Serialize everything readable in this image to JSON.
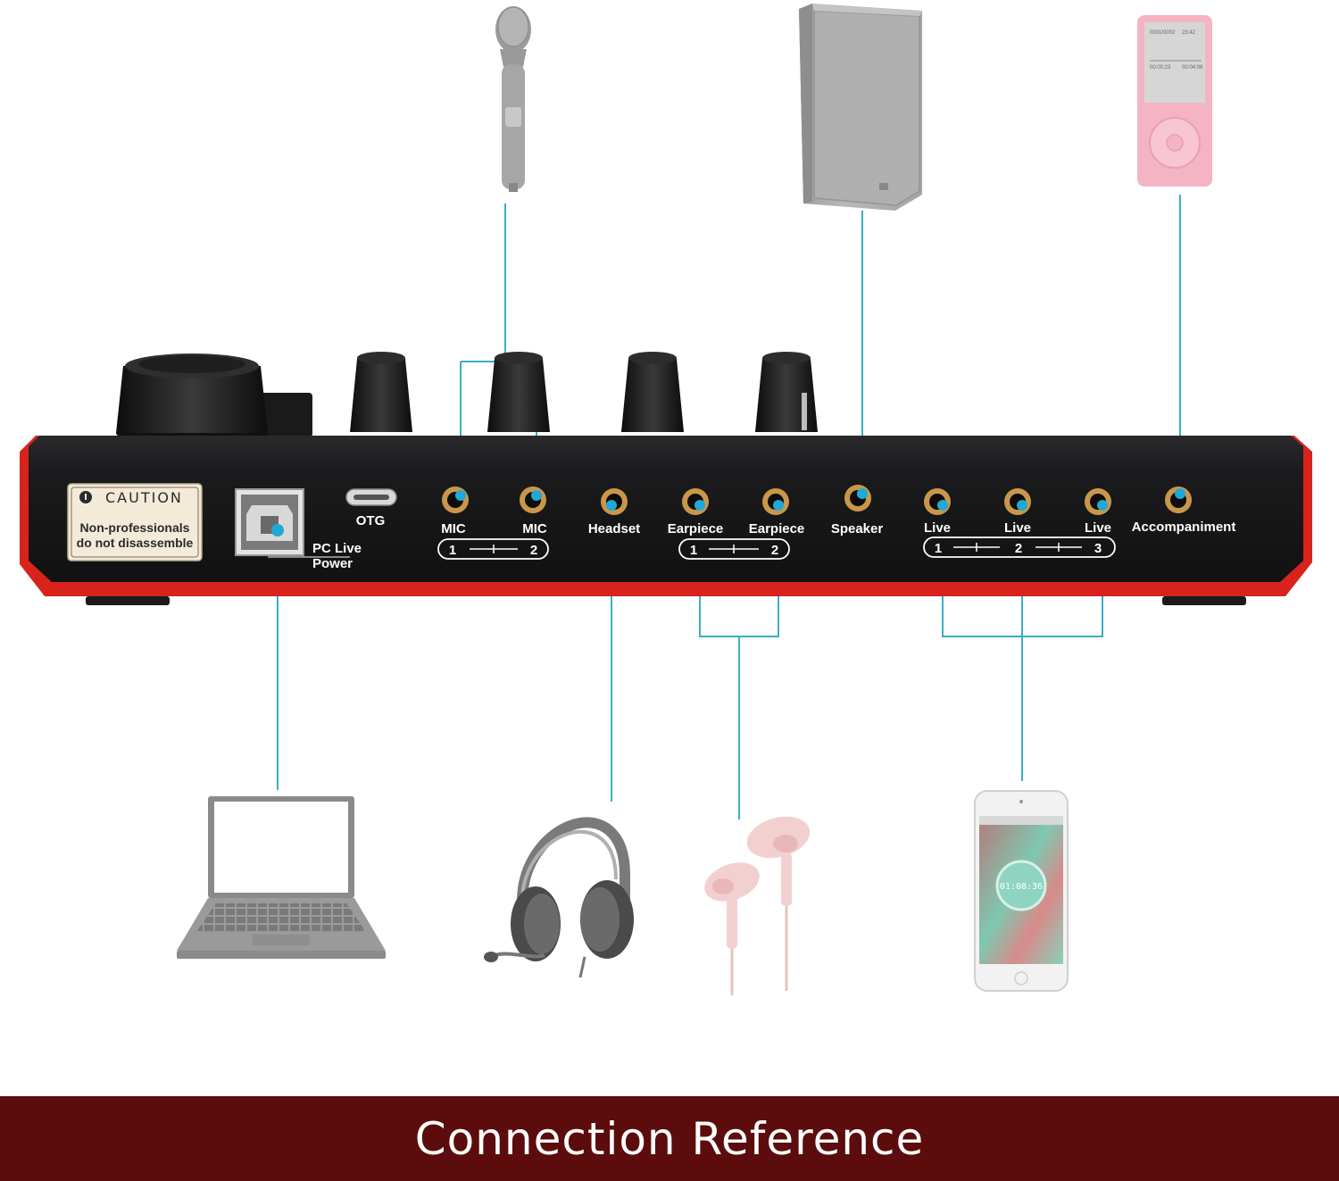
{
  "caution": {
    "title": "CAUTION",
    "line1": "Non-professionals",
    "line2": "do not disassemble"
  },
  "ports": {
    "otg": "OTG",
    "pc_live_line1": "PC Live",
    "pc_live_line2": "Power",
    "mic1": "MIC",
    "mic2": "MIC",
    "headset": "Headset",
    "earpiece1": "Earpiece",
    "earpiece2": "Earpiece",
    "speaker": "Speaker",
    "live1": "Live",
    "live2": "Live",
    "live3": "Live",
    "accompaniment": "Accompaniment"
  },
  "groups": {
    "mic_n1": "1",
    "mic_n2": "2",
    "ear_n1": "1",
    "ear_n2": "2",
    "live_n1": "1",
    "live_n2": "2",
    "live_n3": "3"
  },
  "phone": {
    "time": "01:08:36"
  },
  "player": {
    "track": "0001/0002",
    "clock": "23:42",
    "elapsed": "00:00:23",
    "total": "00:04:08"
  },
  "banner": {
    "title": "Connection Reference"
  },
  "colors": {
    "banner_bg": "#5c0c0c",
    "connector_line": "#3aaec8",
    "jack_dot": "#1fa8d8",
    "device_body": "#1b1b1d",
    "device_trim": "#d8231c",
    "player_pink": "#f4b4c4"
  }
}
